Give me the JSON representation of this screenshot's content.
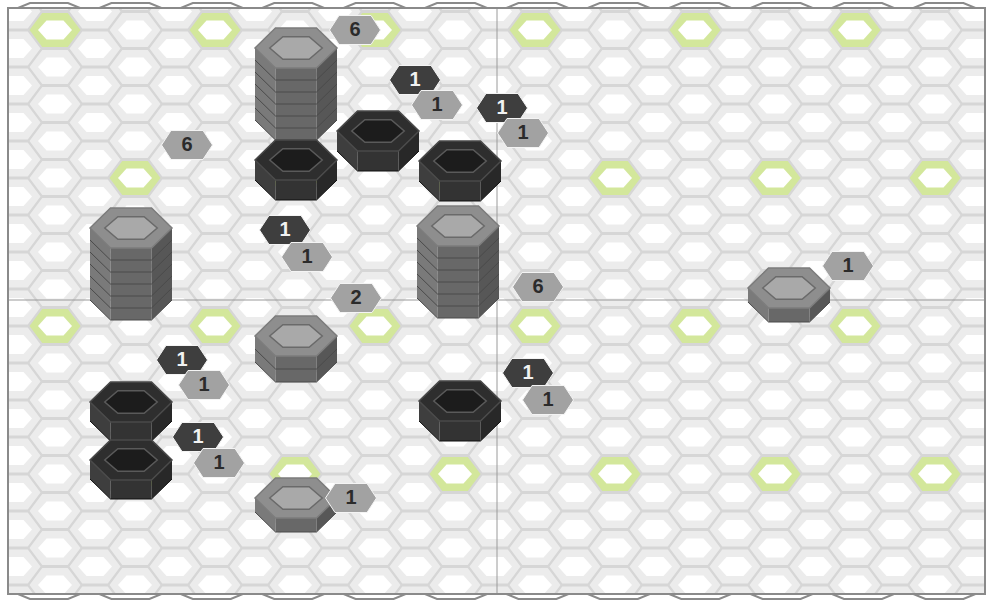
{
  "diagram": {
    "nodes": [
      {
        "text": [
          "6"
        ]
      },
      {
        "text": [
          "1"
        ]
      },
      {
        "text": [
          "1"
        ]
      },
      {
        "text": [
          "1"
        ]
      },
      {
        "text": [
          "1"
        ]
      },
      {
        "text": [
          "6"
        ]
      },
      {
        "text": [
          "1"
        ]
      },
      {
        "text": [
          "1"
        ]
      },
      {
        "text": [
          "1"
        ]
      },
      {
        "text": [
          "6"
        ]
      },
      {
        "text": [
          "2"
        ]
      },
      {
        "text": [
          "1"
        ]
      },
      {
        "text": [
          "1"
        ]
      },
      {
        "text": [
          "1"
        ]
      },
      {
        "text": [
          "1"
        ]
      },
      {
        "text": [
          "1"
        ]
      },
      {
        "text": [
          "1"
        ]
      },
      {
        "text": [
          "1"
        ]
      }
    ]
  }
}
